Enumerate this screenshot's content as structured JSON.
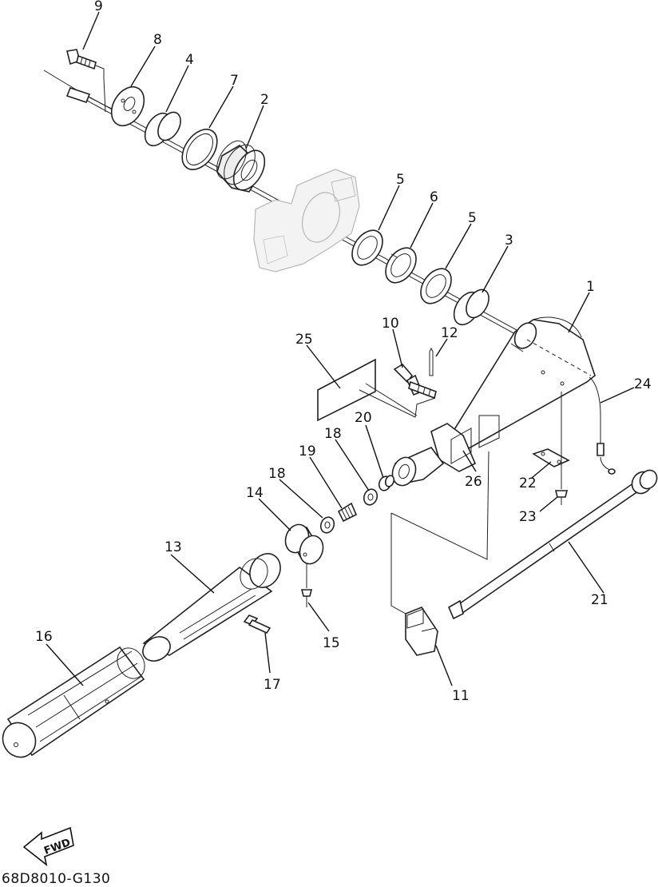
{
  "callouts": [
    {
      "label": "9"
    },
    {
      "label": "8"
    },
    {
      "label": "4"
    },
    {
      "label": "7"
    },
    {
      "label": "2"
    },
    {
      "label": "5"
    },
    {
      "label": "6"
    },
    {
      "label": "5"
    },
    {
      "label": "3"
    },
    {
      "label": "1"
    },
    {
      "label": "10"
    },
    {
      "label": "12"
    },
    {
      "label": "25"
    },
    {
      "label": "24"
    },
    {
      "label": "20"
    },
    {
      "label": "18"
    },
    {
      "label": "19"
    },
    {
      "label": "18"
    },
    {
      "label": "14"
    },
    {
      "label": "26"
    },
    {
      "label": "22"
    },
    {
      "label": "23"
    },
    {
      "label": "13"
    },
    {
      "label": "21"
    },
    {
      "label": "15"
    },
    {
      "label": "16"
    },
    {
      "label": "17"
    },
    {
      "label": "11"
    }
  ],
  "fwd_badge": "FWD",
  "drawing_code": "68D8010-G130",
  "icons": {
    "fwd_arrow": "fwd-arrow-icon"
  }
}
